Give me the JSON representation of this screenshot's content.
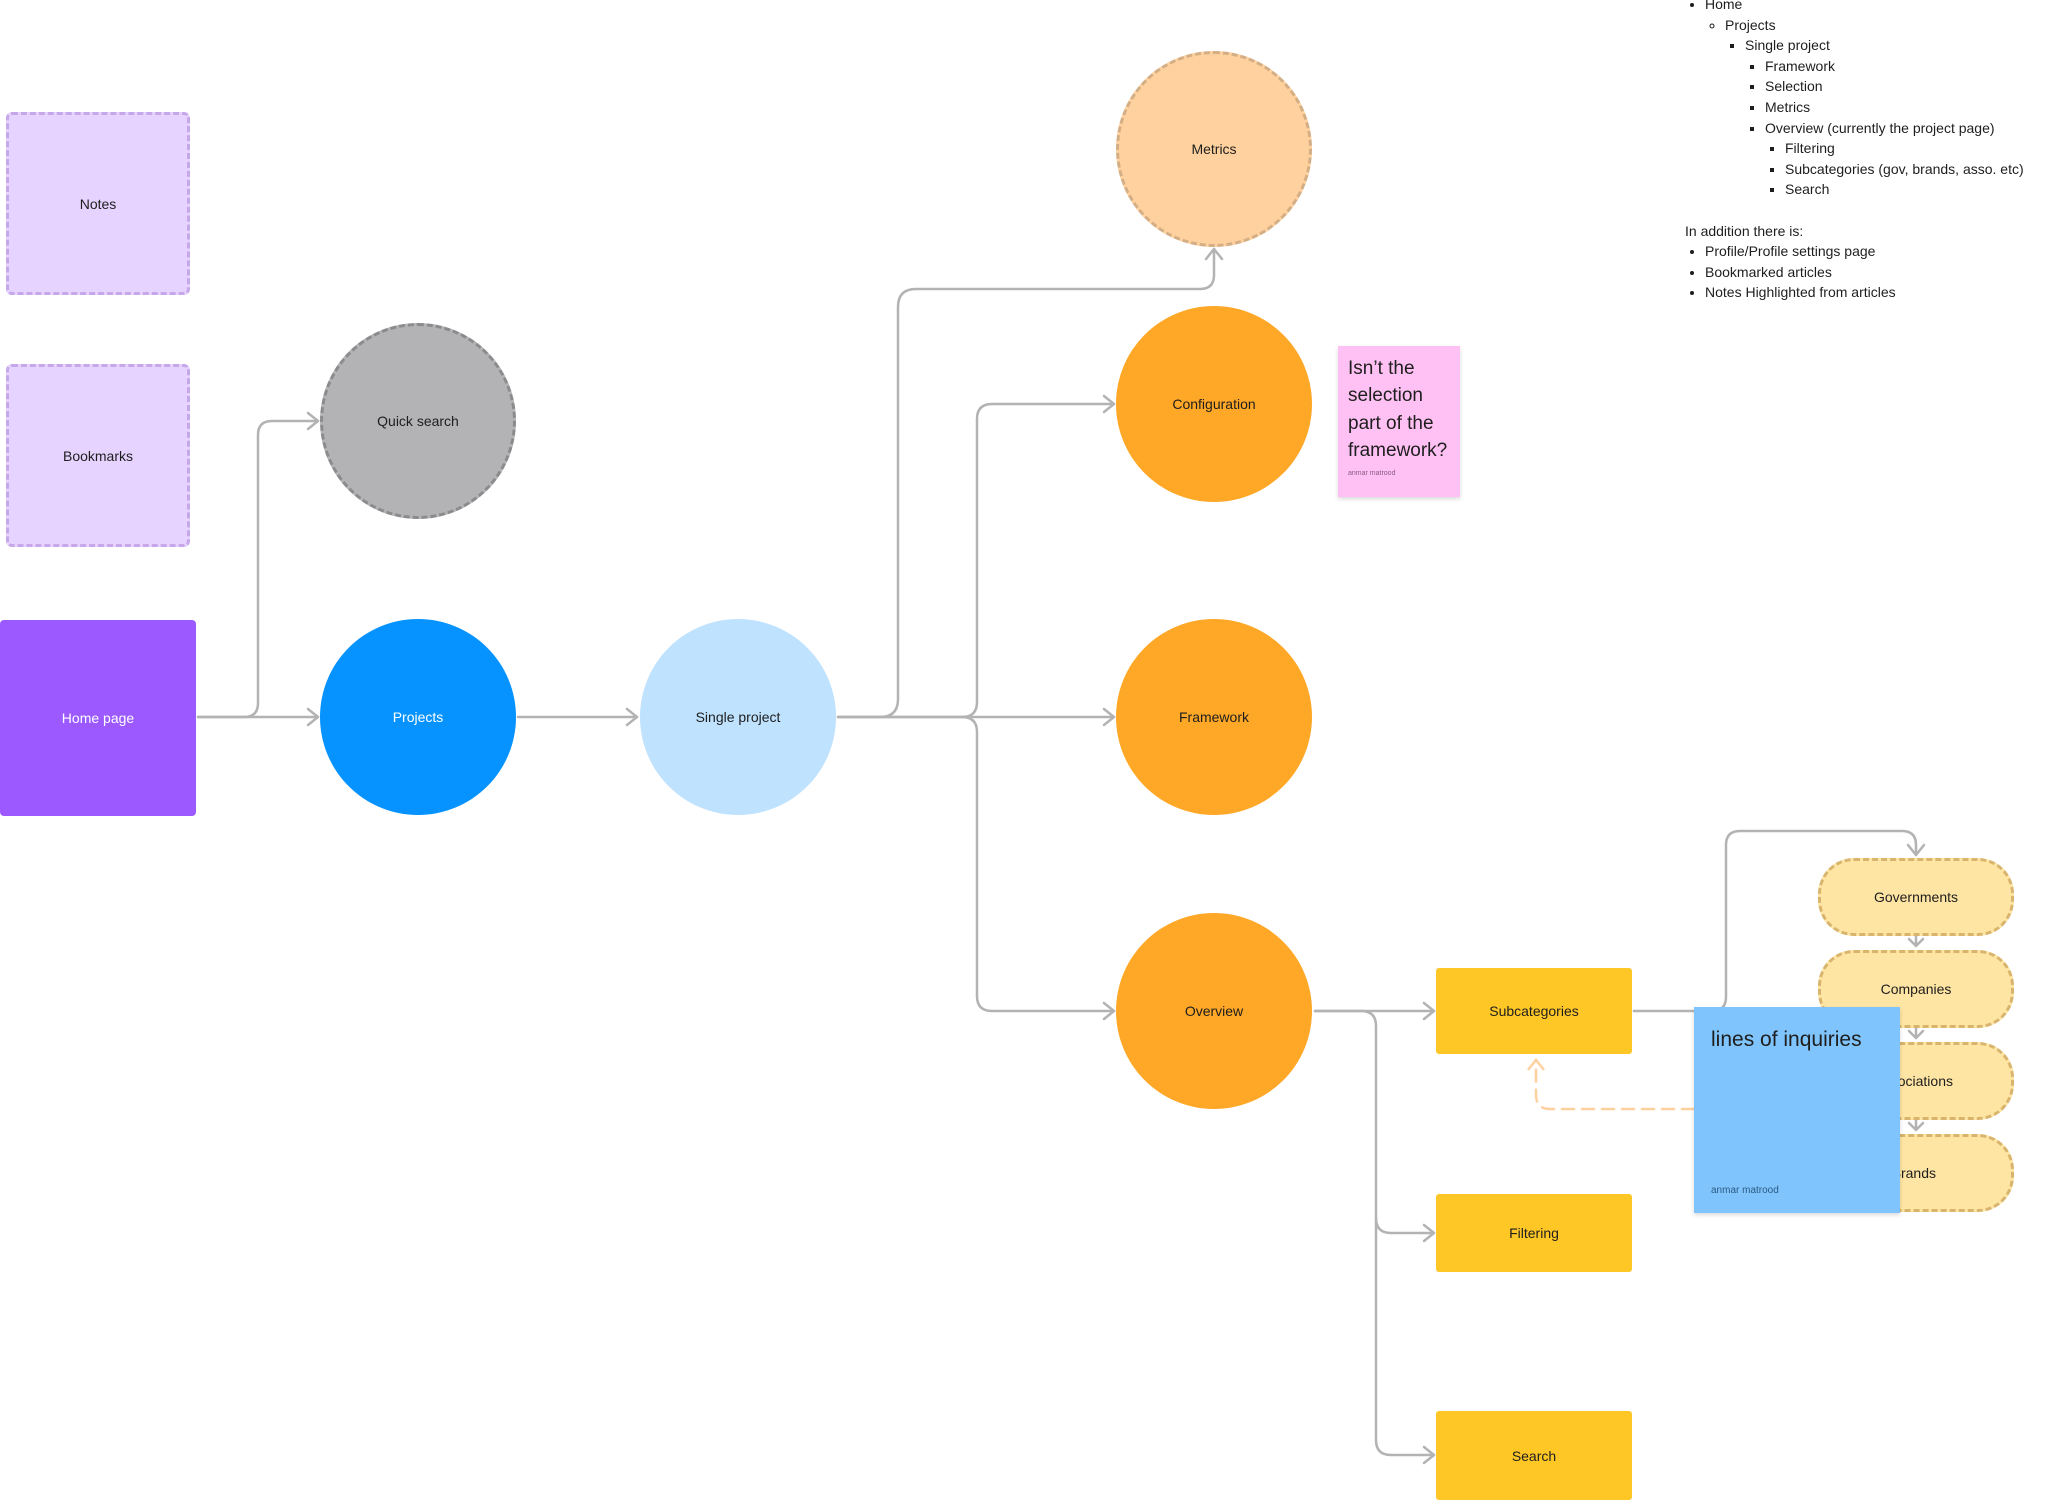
{
  "colors": {
    "purple_dark": "#9b59ff",
    "purple_light": "#e6d3ff",
    "blue": "#0693ff",
    "light_blue": "#bfe2ff",
    "gray": "#b3b2b5",
    "orange": "#ffa726",
    "peach": "#ffd19e",
    "yellow": "#ffc726",
    "pale_yellow": "#ffe5a3",
    "connector": "#b3b3b3",
    "sticky_pink": "#ffc1f4",
    "sticky_blue": "#7fc4fc"
  },
  "nodes": {
    "notes": "Notes",
    "bookmarks": "Bookmarks",
    "home_page": "Home page",
    "quick_search": "Quick search",
    "projects": "Projects",
    "single_project": "Single project",
    "metrics": "Metrics",
    "configuration": "Configuration",
    "framework": "Framework",
    "overview": "Overview",
    "subcategories": "Subcategories",
    "filtering": "Filtering",
    "search": "Search",
    "governments": "Governments",
    "companies": "Companies",
    "associations": "ociations",
    "brands": "3rands"
  },
  "stickies": {
    "pink": {
      "text": "Isn’t the selection part of the framework?",
      "author": "anmar matrood"
    },
    "blue": {
      "text": "lines of inquiries",
      "author": "anmar matrood"
    }
  },
  "outline": {
    "home": "Home",
    "projects": "Projects",
    "single_project": "Single project",
    "framework": "Framework",
    "selection": "Selection",
    "metrics": "Metrics",
    "overview": "Overview (currently the project page)",
    "filtering": "Filtering",
    "subcategories": "Subcategories (gov, brands, asso. etc)",
    "search": "Search",
    "addition_heading": "In addition there is:",
    "profile": "Profile/Profile settings page",
    "bookmarked": "Bookmarked articles",
    "notes_highlighted": "Notes Highlighted from articles"
  }
}
